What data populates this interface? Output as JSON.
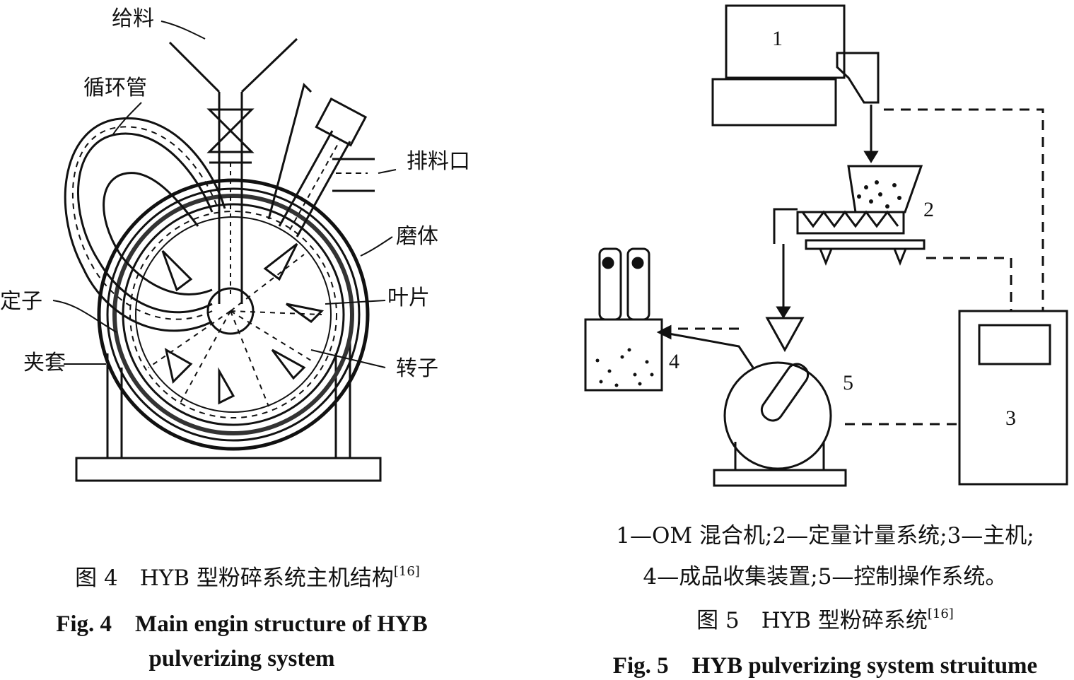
{
  "fig4": {
    "labels": {
      "feed": "给料",
      "circ_pipe": "循环管",
      "discharge": "排料口",
      "mill_body": "磨体",
      "stator": "定子",
      "blade": "叶片",
      "jacket": "夹套",
      "rotor": "转子"
    },
    "caption_cn": "图 4　HYB 型粉碎系统主机结构",
    "caption_ref": "[16]",
    "caption_en_1": "Fig. 4　Main engin structure of HYB",
    "caption_en_2": "pulverizing system"
  },
  "fig5": {
    "numbers": {
      "n1": "1",
      "n2": "2",
      "n3": "3",
      "n4": "4",
      "n5": "5"
    },
    "legend_1": "1—OM 混合机;2—定量计量系统;3—主机;",
    "legend_2": "4—成品收集装置;5—控制操作系统。",
    "caption_cn": "图 5　HYB 型粉碎系统",
    "caption_ref": "[16]",
    "caption_en": "Fig. 5　HYB pulverizing system struitume"
  }
}
